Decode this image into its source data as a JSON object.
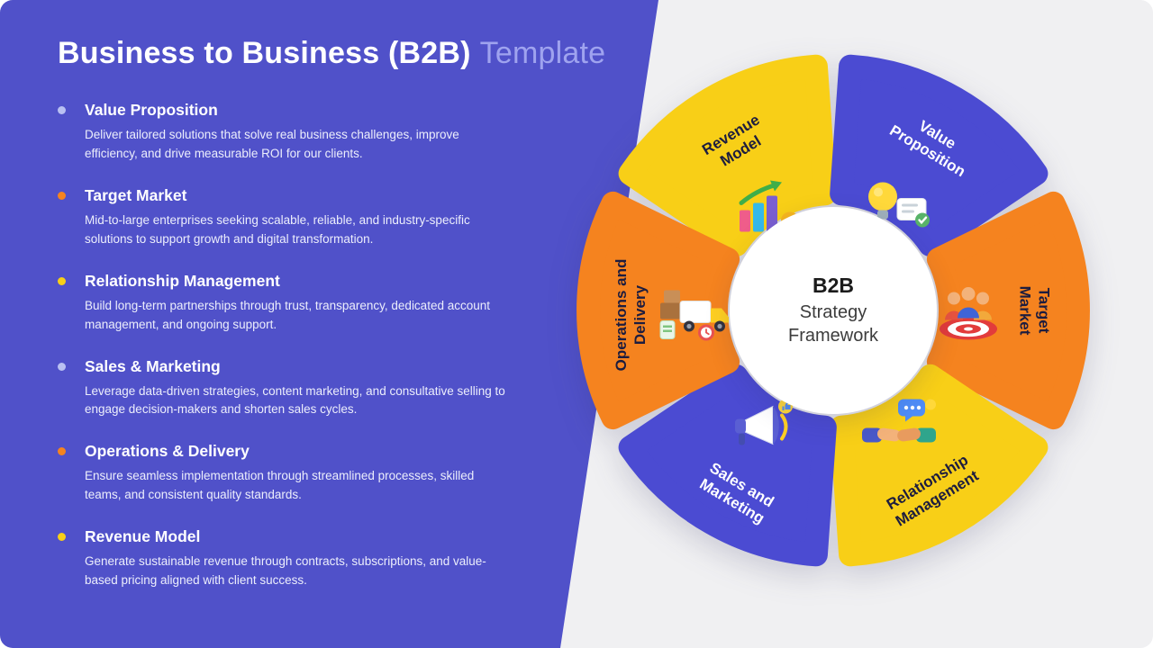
{
  "slide": {
    "title_main": "Business to Business (B2B)",
    "title_suffix": "Template"
  },
  "sections": [
    {
      "heading": "Value Proposition",
      "bullet_color": "#b9c0f2",
      "body": "Deliver tailored solutions that solve real business challenges, improve efficiency, and drive measurable ROI for our clients."
    },
    {
      "heading": "Target Market",
      "bullet_color": "#f5831f",
      "body": "Mid-to-large enterprises seeking scalable, reliable, and industry-specific solutions to support growth and digital transformation."
    },
    {
      "heading": "Relationship Management",
      "bullet_color": "#f8cf17",
      "body": "Build long-term partnerships through trust, transparency, dedicated account management, and ongoing support."
    },
    {
      "heading": "Sales & Marketing",
      "bullet_color": "#b9c0f2",
      "body": "Leverage data-driven strategies, content marketing, and consultative selling to engage decision-makers and shorten sales cycles."
    },
    {
      "heading": "Operations & Delivery",
      "bullet_color": "#f5831f",
      "body": "Ensure seamless implementation through streamlined processes, skilled teams, and consistent quality standards."
    },
    {
      "heading": "Revenue Model",
      "bullet_color": "#f8cf17",
      "body": "Generate sustainable revenue through contracts, subscriptions, and value-based pricing aligned with client success."
    }
  ],
  "diagram": {
    "center": {
      "title": "B2B",
      "subtitle": "Strategy Framework"
    },
    "petals": [
      {
        "label": "Revenue Model",
        "color": "#f8cf17",
        "icon": "growth-chart"
      },
      {
        "label": "Value Proposition",
        "color": "#4b4bd2",
        "icon": "lightbulb-idea"
      },
      {
        "label": "Target Market",
        "color": "#f5831f",
        "icon": "audience-target"
      },
      {
        "label": "Relationship Management",
        "color": "#f8cf17",
        "icon": "handshake-chat"
      },
      {
        "label": "Sales and Marketing",
        "color": "#4b4bd2",
        "icon": "megaphone"
      },
      {
        "label": "Operations and Delivery",
        "color": "#f5831f",
        "icon": "delivery-truck"
      }
    ]
  },
  "colors": {
    "panel_purple": "#5051c9",
    "petal_purple": "#4b4bd2",
    "petal_yellow": "#f8cf17",
    "petal_orange": "#f5831f",
    "background": "#f0f0f2",
    "title_suffix": "#9fa3ef",
    "label_dark": "#1d1d3f"
  }
}
